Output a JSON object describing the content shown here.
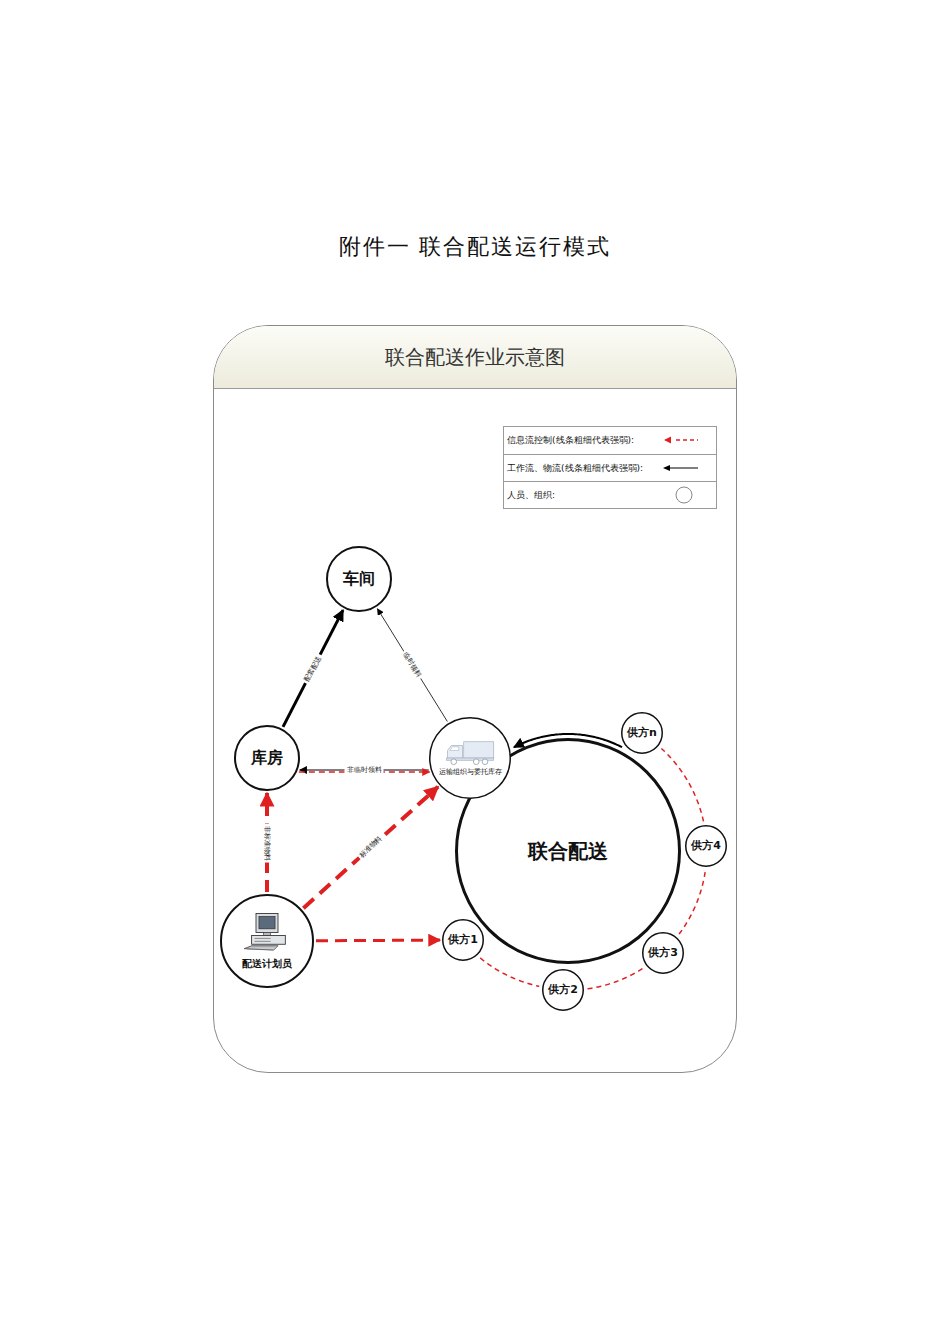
{
  "diagram": {
    "title": "附件一 联合配送运行模式",
    "nodes": [
      {
        "text": [
          "联合配送作业示意图"
        ]
      },
      {
        "text": [
          "车间"
        ],
        "in": 0
      },
      {
        "text": [
          "库房"
        ],
        "in": 0
      },
      {
        "text": [
          "运输组织与委托库存"
        ],
        "in": 0
      },
      {
        "text": [
          "联合配送"
        ],
        "in": 0
      },
      {
        "text": [
          "配送计划员"
        ],
        "in": 0
      },
      {
        "text": [
          "供方1"
        ],
        "in": 0
      },
      {
        "text": [
          "供方2"
        ],
        "in": 0
      },
      {
        "text": [
          "供方3"
        ],
        "in": 0
      },
      {
        "text": [
          "供方4"
        ],
        "in": 0
      },
      {
        "text": [
          "供方n"
        ],
        "in": 0
      }
    ],
    "edges": [
      {
        "from": 2,
        "to": 1,
        "arrow": "to",
        "label": "配套配送"
      },
      {
        "from": 3,
        "to": 1,
        "arrow": "to",
        "label": "临时领料"
      },
      {
        "from": 3,
        "to": 2,
        "arrow": "to",
        "label": "非临时领料"
      },
      {
        "from": 2,
        "to": 3,
        "arrow": "to"
      },
      {
        "from": 5,
        "to": 2,
        "arrow": "to",
        "label": "非标准物料"
      },
      {
        "from": 5,
        "to": 3,
        "arrow": "to",
        "label": "标准物料"
      },
      {
        "from": 5,
        "to": 6,
        "arrow": "to"
      },
      {
        "from": 6,
        "to": 7,
        "arrow": "none"
      },
      {
        "from": 7,
        "to": 8,
        "arrow": "none"
      },
      {
        "from": 8,
        "to": 9,
        "arrow": "none"
      },
      {
        "from": 9,
        "to": 10,
        "arrow": "none"
      },
      {
        "from": 10,
        "to": 3,
        "arrow": "to"
      }
    ],
    "legend": [
      {
        "text": "信息流控制(线条粗细代表强弱):"
      },
      {
        "text": "工作流、物流(线条粗细代表强弱):"
      },
      {
        "text": "人员、组织:"
      }
    ]
  }
}
